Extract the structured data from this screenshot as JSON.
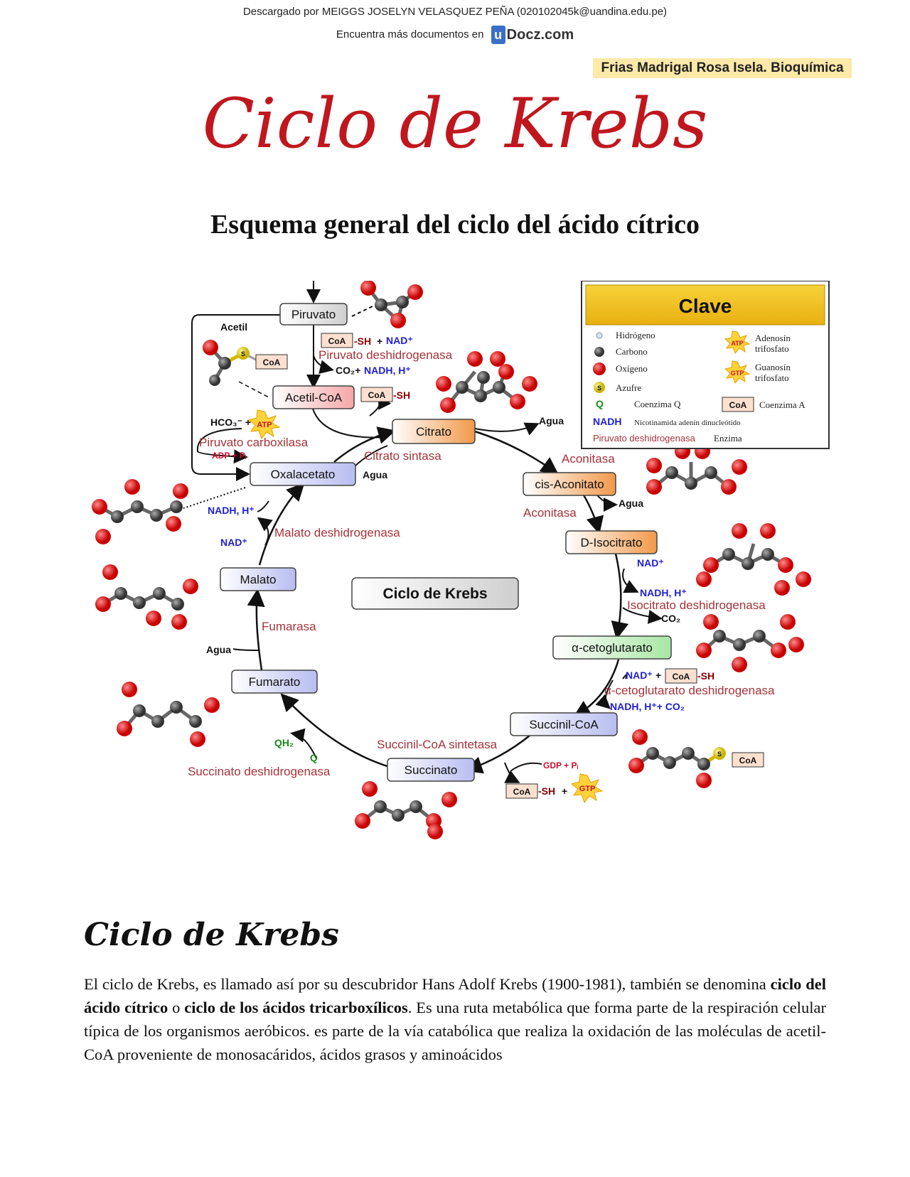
{
  "header": {
    "download_line": "Descargado por MEIGGS JOSELYN VELASQUEZ PEÑA (020102045k@uandina.edu.pe)",
    "more_docs": "Encuentra más documentos en",
    "logo_u": "u",
    "logo_text": "Docz.com"
  },
  "author_tag": "Frias Madrigal Rosa Isela. Bioquímica",
  "title": "Ciclo de Krebs",
  "subtitle": "Esquema general del ciclo del ácido cítrico",
  "diagram": {
    "center_label": "Ciclo de Krebs",
    "nodes": {
      "piruvato": "Piruvato",
      "acetil_coa": "Acetil-CoA",
      "citrato": "Citrato",
      "cis_aconitato": "cis-Aconitato",
      "d_isocitrato": "D-Isocitrato",
      "alfa_cetoglutarato": "α-cetoglutarato",
      "succinil_coa": "Succinil-CoA",
      "succinato": "Succinato",
      "fumarato": "Fumarato",
      "malato": "Malato",
      "oxalacetato": "Oxalacetato"
    },
    "enzymes": {
      "piruvato_deshidrogenasa": "Piruvato deshidrogenasa",
      "piruvato_carboxilasa": "Piruvato carboxilasa",
      "citrato_sintasa": "Citrato sintasa",
      "aconitasa_1": "Aconitasa",
      "aconitasa_2": "Aconitasa",
      "isocitrato_deshidrogenasa": "Isocitrato deshidrogenasa",
      "alfa_cetoglutarato_deshidrogenasa": "α-cetoglutarato deshidrogenasa",
      "succinil_coa_sintetasa": "Succinil-CoA sintetasa",
      "succinato_deshidrogenasa": "Succinato deshidrogenasa",
      "fumarasa": "Fumarasa",
      "malato_deshidrogenasa": "Malato deshidrogenasa"
    },
    "labels": {
      "acetil": "Acetil",
      "coa": "CoA",
      "sh": "-SH",
      "plus": "+",
      "nad_plus": "NAD⁺",
      "co2_nadh": "CO₂+",
      "nadh_h": "NADH, H⁺",
      "hco3": "HCO₃⁻ +",
      "atp": "ATP",
      "adp_pi": "ADP + Pᵢ",
      "agua": "Agua",
      "co2": "CO₂",
      "nadh_h_co2": "NADH, H⁺+ CO₂",
      "gdp_pi": "GDP + Pᵢ",
      "gtp": "GTP",
      "qh2": "QH₂",
      "q": "Q",
      "s": "S"
    },
    "key": {
      "title": "Clave",
      "hidrogeno": "Hidrógeno",
      "carbono": "Carbono",
      "oxigeno": "Oxígeno",
      "azufre": "Azufre",
      "q_symbol": "Q",
      "coenzima_q": "Coenzima Q",
      "adenosin": "Adenosín",
      "trifosfato_1": "trifosfato",
      "guanosin": "Guanosín",
      "trifosfato_2": "trifosfato",
      "coa_box": "CoA",
      "coenzima_a": "Coenzima A",
      "nadh_symbol": "NADH",
      "nadh_desc": "Nicotinamida adenín dinucleótido",
      "enzima_example": "Piruvato deshidrogenasa",
      "enzima": "Enzima",
      "atp": "ATP",
      "gtp": "GTP"
    }
  },
  "section_heading": "Ciclo de Krebs",
  "paragraph": {
    "p1": "El ciclo de Krebs, es llamado así por su descubridor Hans Adolf Krebs (1900-1981), también se denomina ",
    "b1": "ciclo del ácido cítrico",
    "p2": " o ",
    "b2": "ciclo de los ácidos tricarboxílicos",
    "p3": ". Es una ruta metabólica que forma parte de la respiración celular típica de los organismos aeróbicos. es parte de la vía catabólica que realiza la oxidación de las moléculas de acetil-CoA proveniente de monosacáridos, ácidos grasos y aminoácidos"
  },
  "colors": {
    "title_red": "#c0171e",
    "enzyme_red": "#a5333a",
    "author_bg": "#fde9a8",
    "key_gold": "#f0c419"
  }
}
